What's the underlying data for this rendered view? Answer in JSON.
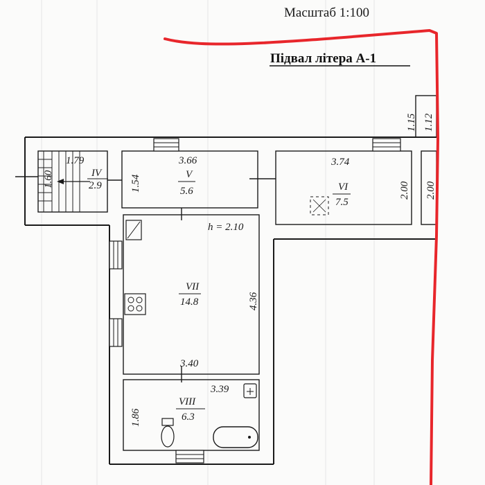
{
  "header": {
    "scale": "Масштаб 1:100",
    "floor_title": "Підвал літера А-1"
  },
  "rooms": {
    "iv": {
      "number": "IV",
      "area": "2.9"
    },
    "v": {
      "number": "V",
      "area": "5.6"
    },
    "vi": {
      "number": "VI",
      "area": "7.5"
    },
    "vii": {
      "number": "VII",
      "area": "14.8"
    },
    "viii": {
      "number": "VIII",
      "area": "6.3"
    }
  },
  "dimensions": {
    "stair_width": "1.79",
    "stair_length": "1.60",
    "room_v_width": "3.66",
    "room_v_height": "1.54",
    "room_vi_width": "3.74",
    "room_vi_height": "2.00",
    "right_strip_height": "2.00",
    "top_vent_1": "1.15",
    "top_vent_2": "1.12",
    "ceiling_height": "h = 2.10",
    "room_vii_height": "4.36",
    "room_vii_width": "3.40",
    "room_viii_width": "3.39",
    "room_viii_height": "1.86"
  },
  "colors": {
    "boundary_line": "#e8262b",
    "ink": "#1a1a1a"
  },
  "icons": [
    "stair-arrow-icon",
    "meter-icon",
    "stove-icon",
    "sink-icon",
    "toilet-icon",
    "bathtub-icon",
    "ventilation-icon"
  ]
}
